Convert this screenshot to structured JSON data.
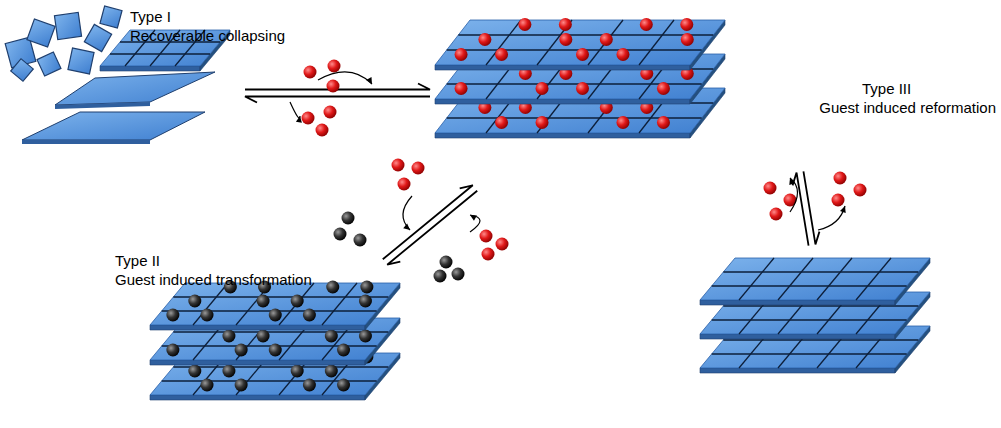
{
  "diagram": {
    "labels": [
      "Type I",
      "Recoverable collapsing",
      "Type II",
      "Guest induced transformation",
      "Type III",
      "Guest induced reformation"
    ]
  }
}
